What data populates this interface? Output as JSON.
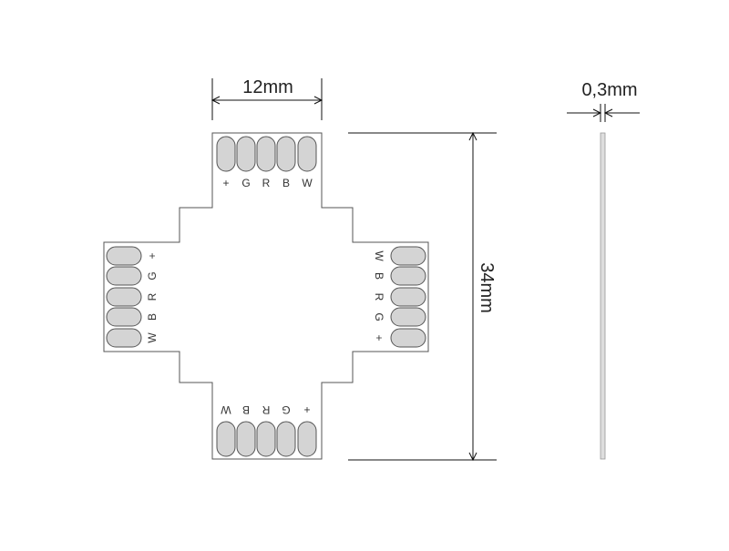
{
  "dimensions": {
    "width": "12mm",
    "length": "34mm",
    "thickness": "0,3mm"
  },
  "pin_labels": [
    "+",
    "G",
    "R",
    "B",
    "W"
  ],
  "colors": {
    "outline": "#555555",
    "pad_fill": "#d4d4d4",
    "dimension_line": "#111111",
    "side_strip": "#dedede"
  }
}
